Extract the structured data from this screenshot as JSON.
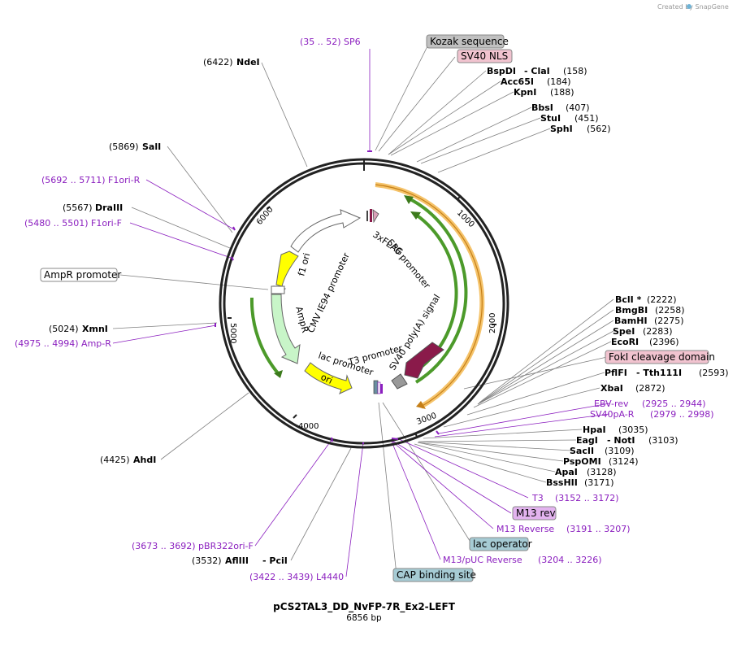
{
  "header": {
    "credit": "Created by SnapGene"
  },
  "plasmid": {
    "name": "pCS2TAL3_DD_NvFP-7R_Ex2-LEFT",
    "size": "6856 bp"
  },
  "ticks": [
    "1000",
    "2000",
    "3000",
    "4000",
    "5000",
    "6000"
  ],
  "features": {
    "ampr_promoter_box": "AmpR promoter",
    "kozak_box": "Kozak sequence",
    "sv40nls_box": "SV40 NLS",
    "foki_box": "FokI cleavage domain",
    "m13rev_box": "M13 rev",
    "lacop_box": "lac operator",
    "cap_box": "CAP binding site",
    "inner": {
      "f1ori": "f1 ori",
      "cmv": "CMV IE94 promoter",
      "ampr": "AmpR",
      "ori": "ori",
      "lac_promoter": "lac promoter",
      "t3_promoter": "T3 promoter",
      "sv40_polya": "SV40 poly(A) signal",
      "sp6_promoter": "SP6 promoter",
      "flag": "3xFLAG"
    }
  },
  "labels": {
    "sp6_primer": "(35 .. 52)  SP6",
    "ndei_pos": "(6422)",
    "ndei": "NdeI",
    "sali_pos": "(5869)",
    "sali": "SalI",
    "f1ori_r": "(5692 .. 5711)  F1ori-R",
    "draiii_pos": "(5567)",
    "draiii": "DraIII",
    "f1ori_f": "(5480 .. 5501)  F1ori-F",
    "xmni_pos": "(5024)",
    "xmni": "XmnI",
    "ampr_primer": "(4975 .. 4994)  Amp-R",
    "ahdi_pos": "(4425)",
    "ahdi": "AhdI",
    "pbr322": "(3673 .. 3692)  pBR322ori-F",
    "afliii_pos": "(3532)",
    "afliii": "AflIII",
    "pcii": "- PciI",
    "l4440": "(3422 .. 3439)  L4440",
    "bspdi": "BspDI",
    "clai": "- ClaI",
    "clai_pos": "(158)",
    "acc65i": "Acc65I",
    "acc65i_pos": "(184)",
    "kpni": "KpnI",
    "kpni_pos": "(188)",
    "bbsi": "BbsI",
    "bbsi_pos": "(407)",
    "stui": "StuI",
    "stui_pos": "(451)",
    "sphi": "SphI",
    "sphi_pos": "(562)",
    "bcli": "BclI *",
    "bcli_pos": "(2222)",
    "bmgbi": "BmgBI",
    "bmgbi_pos": "(2258)",
    "bamhi": "BamHI",
    "bamhi_pos": "(2275)",
    "spei": "SpeI",
    "spei_pos": "(2283)",
    "ecori": "EcoRI",
    "ecori_pos": "(2396)",
    "pflfi": "PflFI",
    "tth111i": "- Tth111I",
    "tth111i_pos": "(2593)",
    "xbai": "XbaI",
    "xbai_pos": "(2872)",
    "ebv_rev": "EBV-rev",
    "ebv_rev_pos": "(2925 .. 2944)",
    "sv40pa_r": "SV40pA-R",
    "sv40pa_r_pos": "(2979 .. 2998)",
    "hpai": "HpaI",
    "hpai_pos": "(3035)",
    "eagi": "EagI",
    "noti": "- NotI",
    "noti_pos": "(3103)",
    "sacii": "SacII",
    "sacii_pos": "(3109)",
    "pspomi": "PspOMI",
    "pspomi_pos": "(3124)",
    "apai": "ApaI",
    "apai_pos": "(3128)",
    "bsshii": "BssHII",
    "bsshii_pos": "(3171)",
    "t3_primer": "T3",
    "t3_primer_pos": "(3152 .. 3172)",
    "m13_reverse": "M13 Reverse",
    "m13_reverse_pos": "(3191 .. 3207)",
    "m13_puc_rev": "M13/pUC Reverse",
    "m13_puc_rev_pos": "(3204 .. 3226)"
  },
  "colors": {
    "backbone": "#222222",
    "orange": "#f0b050",
    "green": "#3c8c1c",
    "purple": "#8b1fbf",
    "yellow": "#ffff00",
    "mint": "#c8f5c8",
    "maroon": "#8a1a4a",
    "pink_box": "#f1c3cf",
    "gray_box": "#c0c0c0",
    "teal_box": "#a6cbd4",
    "m13_box": "#e3b3ef"
  }
}
